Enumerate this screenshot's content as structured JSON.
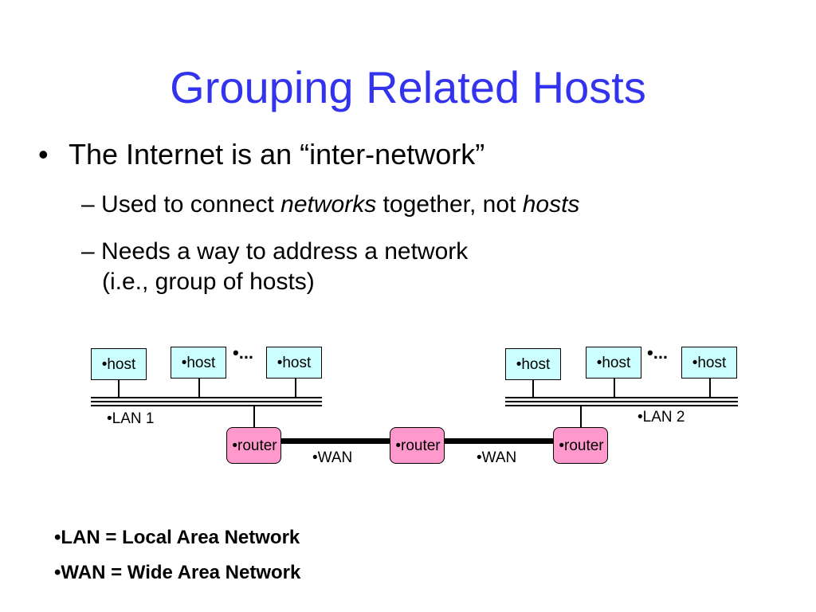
{
  "slide": {
    "title": "Grouping Related Hosts",
    "bullet": {
      "text": "The Internet is an “inter-network”",
      "marker": "•"
    },
    "sub1": {
      "dash": "–",
      "part1": "Used to connect ",
      "em1": "networks",
      "part2": " together, not ",
      "em2": "hosts"
    },
    "sub2": {
      "dash": "–",
      "line1": "Needs a way to address a network",
      "line2": "(i.e., group of hosts)"
    }
  },
  "diagram": {
    "host_label": "•host",
    "ellipsis": "•...",
    "router_label": "•router",
    "lan1": "•LAN 1",
    "lan2": "•LAN 2",
    "wan": "•WAN"
  },
  "definitions": {
    "lan": "•LAN = Local Area Network",
    "wan": "•WAN = Wide Area Network"
  },
  "colors": {
    "title": "#3333ee",
    "host_fill": "#ccffff",
    "router_fill": "#ff99cc"
  }
}
